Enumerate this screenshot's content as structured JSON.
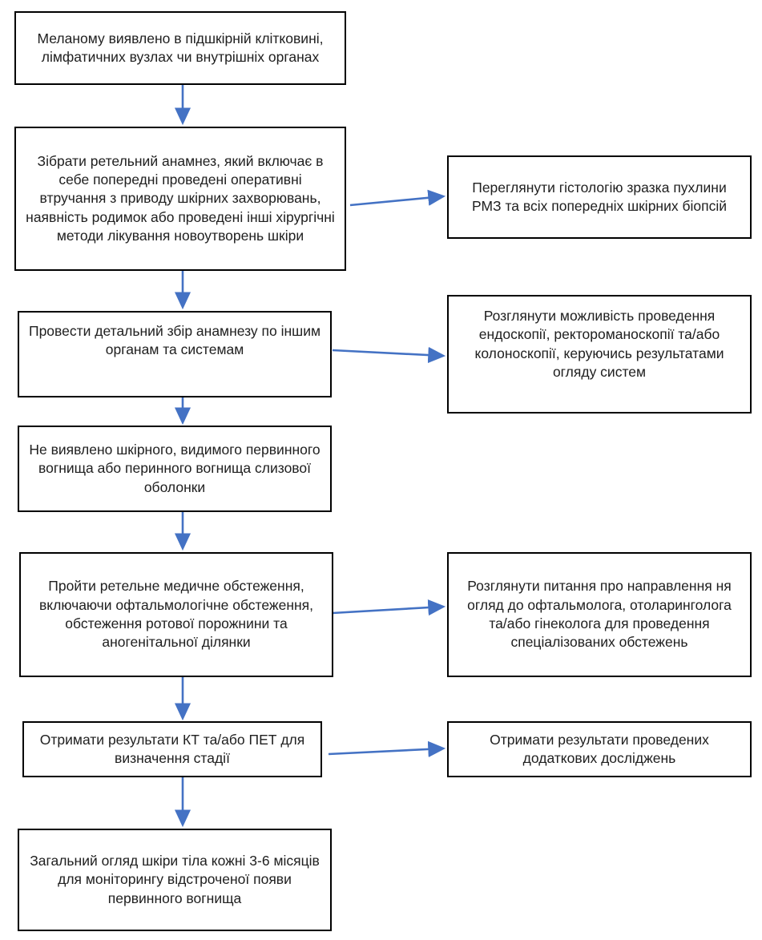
{
  "diagram": {
    "type": "flowchart",
    "orientation": "vertical-with-side-branches",
    "colors": {
      "box_border": "#000000",
      "box_fill": "#ffffff",
      "text": "#202020",
      "arrow": "#4472c4"
    },
    "nodes": [
      {
        "id": "n1",
        "column": "left",
        "text": "Меланому виявлено в підшкірній клітковині,  лімфатичних вузлах чи внутрішніх органах"
      },
      {
        "id": "n2",
        "column": "left",
        "text": "Зібрати ретельний анамнез, який включає в себе попередні проведені оперативні  втручання з приводу шкірних захворювань, наявність родимок або проведені інші хірургічні методи лікування новоутворень шкіри"
      },
      {
        "id": "n2r",
        "column": "right",
        "text": "Переглянути гістологію зразка пухлини РМЗ та всіх попередніх шкірних біопсій"
      },
      {
        "id": "n3",
        "column": "left",
        "text": "Провести детальний збір анамнезу по іншим органам та системам"
      },
      {
        "id": "n3r",
        "column": "right",
        "text": "Розглянути можливість проведення ендоскопії, ректороманоскопії та/або колоноскопії, керуючись результатами огляду систем"
      },
      {
        "id": "n4",
        "column": "left",
        "text": "Не виявлено шкірного, видимого первинного вогнища або  перинного вогнища слизової оболонки"
      },
      {
        "id": "n5",
        "column": "left",
        "text": "Пройти ретельне медичне обстеження, включаючи офтальмологічне обстеження, обстеження ротової порожнини та аногенітальної ділянки"
      },
      {
        "id": "n5r",
        "column": "right",
        "text": "Розглянути питання про направлення ня огляд до офтальмолога, отоларинголога та/або гінеколога для проведення спеціалізованих обстежень"
      },
      {
        "id": "n6",
        "column": "left",
        "text": "Отримати результати КТ та/або ПЕТ для визначення стадії"
      },
      {
        "id": "n6r",
        "column": "right",
        "text": "Отримати результати проведених додаткових досліджень"
      },
      {
        "id": "n7",
        "column": "left",
        "text": "Загальний огляд шкіри тіла кожні 3-6 місяців для моніторингу відстроченої появи первинного вогнища"
      }
    ],
    "edges": [
      {
        "id": "e1",
        "from": "n1",
        "to": "n2",
        "direction": "down"
      },
      {
        "id": "e2",
        "from": "n2",
        "to": "n2r",
        "direction": "right"
      },
      {
        "id": "e3",
        "from": "n2",
        "to": "n3",
        "direction": "down"
      },
      {
        "id": "e4",
        "from": "n3",
        "to": "n3r",
        "direction": "right"
      },
      {
        "id": "e5",
        "from": "n3",
        "to": "n4",
        "direction": "down"
      },
      {
        "id": "e6",
        "from": "n4",
        "to": "n5",
        "direction": "down"
      },
      {
        "id": "e7",
        "from": "n5",
        "to": "n5r",
        "direction": "right"
      },
      {
        "id": "e8",
        "from": "n5",
        "to": "n6",
        "direction": "down"
      },
      {
        "id": "e9",
        "from": "n6",
        "to": "n6r",
        "direction": "right"
      },
      {
        "id": "e10",
        "from": "n6",
        "to": "n7",
        "direction": "down"
      }
    ]
  }
}
